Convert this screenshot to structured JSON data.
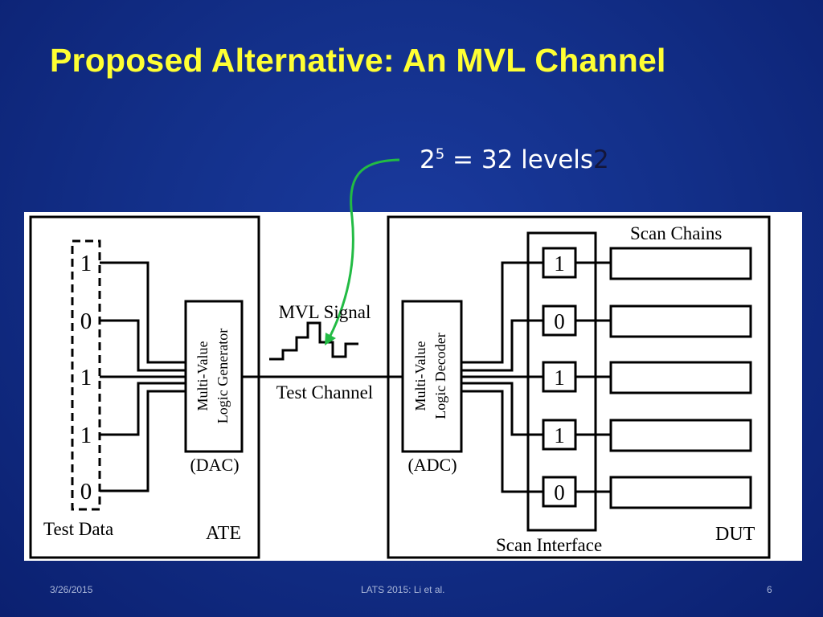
{
  "slide": {
    "title": "Proposed Alternative: An MVL Channel",
    "levels_annotation": {
      "base": "2",
      "exponent": "5",
      "rest": " = 32 levels",
      "tail": "2"
    },
    "footer": {
      "date": "3/26/2015",
      "center": "LATS 2015: Li et al.",
      "page": "6"
    }
  },
  "diagram": {
    "test_data_bits": [
      "1",
      "0",
      "1",
      "1",
      "0"
    ],
    "test_data_label": "Test Data",
    "ate_label": "ATE",
    "generator_label_line1": "Multi-Value",
    "generator_label_line2": "Logic Generator",
    "dac_label": "(DAC)",
    "signal_label": "MVL Signal",
    "channel_label": "Test Channel",
    "decoder_label_line1": "Multi-Value",
    "decoder_label_line2": "Logic Decoder",
    "adc_label": "(ADC)",
    "scan_bits": [
      "1",
      "0",
      "1",
      "1",
      "0"
    ],
    "scan_chains_label": "Scan Chains",
    "scan_interface_label": "Scan Interface",
    "dut_label": "DUT",
    "arrow_color": "#22bb44"
  }
}
